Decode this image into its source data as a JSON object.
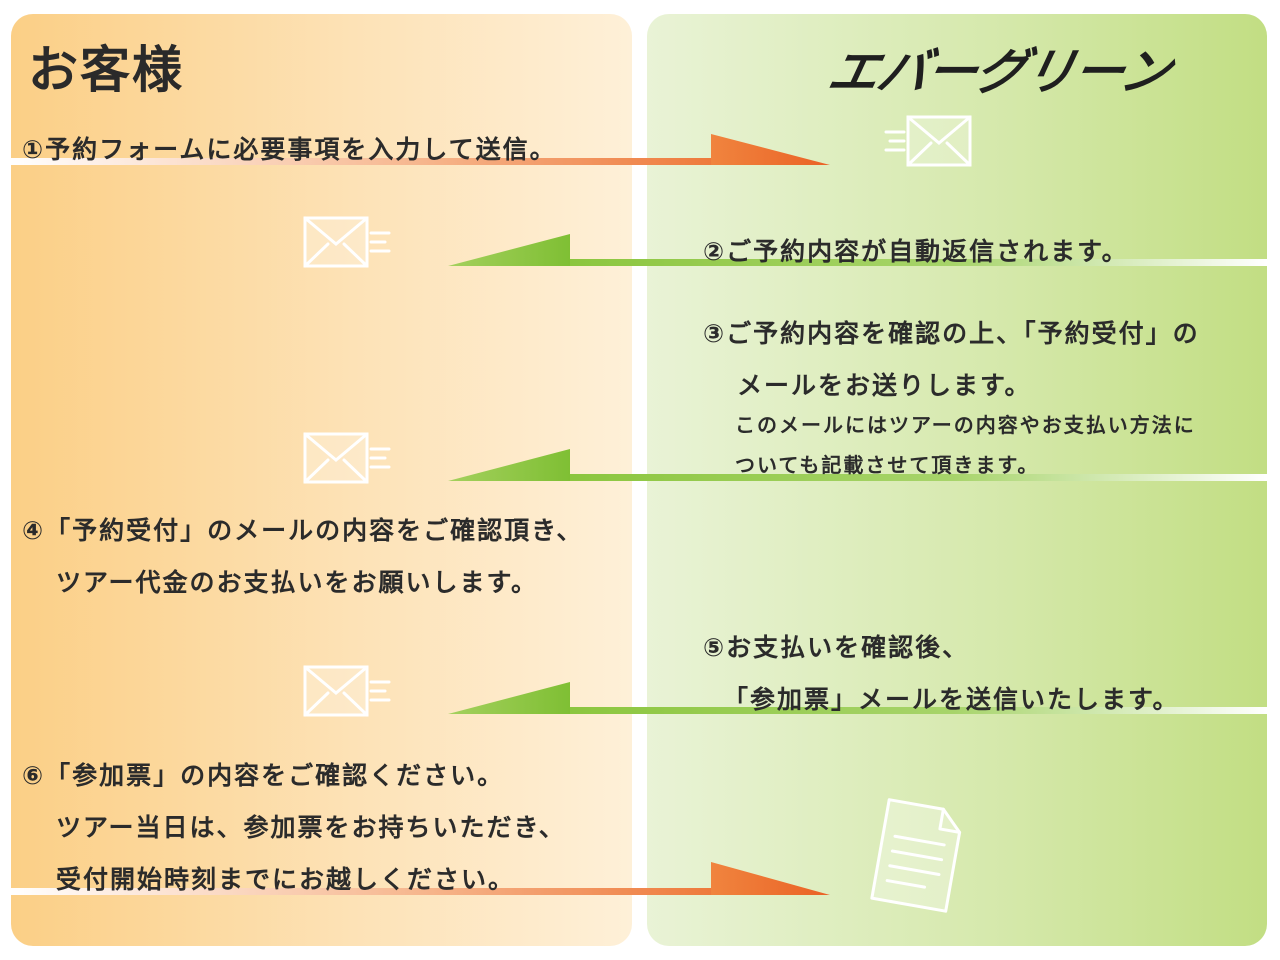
{
  "header": {
    "customer_label": "お客様",
    "company_logo": "エバーグリーン"
  },
  "steps": {
    "s1": {
      "line1": "①予約フォームに必要事項を入力して送信。"
    },
    "s2": {
      "line1": "②ご予約内容が自動返信されます。"
    },
    "s3": {
      "line1": "③ご予約内容を確認の上、「予約受付」の",
      "line2": "メールをお送りします。",
      "note1": "このメールにはツアーの内容やお支払い方法に",
      "note2": "ついても記載させて頂きます。"
    },
    "s4": {
      "line1": "④「予約受付」のメールの内容をご確認頂き、",
      "line2": "ツアー代金のお支払いをお願いします。"
    },
    "s5": {
      "line1": "⑤お支払いを確認後、",
      "line2": "「参加票」メールを送信いたします。"
    },
    "s6": {
      "line1": "⑥「参加票」の内容をご確認ください。",
      "line2": "ツアー当日は、参加票をお持ちいただき、",
      "line3": "受付開始時刻までにお越しください。"
    }
  },
  "icons": [
    "envelope-icon",
    "document-icon"
  ],
  "colors": {
    "customer_panel": "#fbcf86",
    "company_panel": "#c2de83",
    "arrow_to_company": "#eb6a2a",
    "arrow_to_customer": "#8cc63f"
  }
}
